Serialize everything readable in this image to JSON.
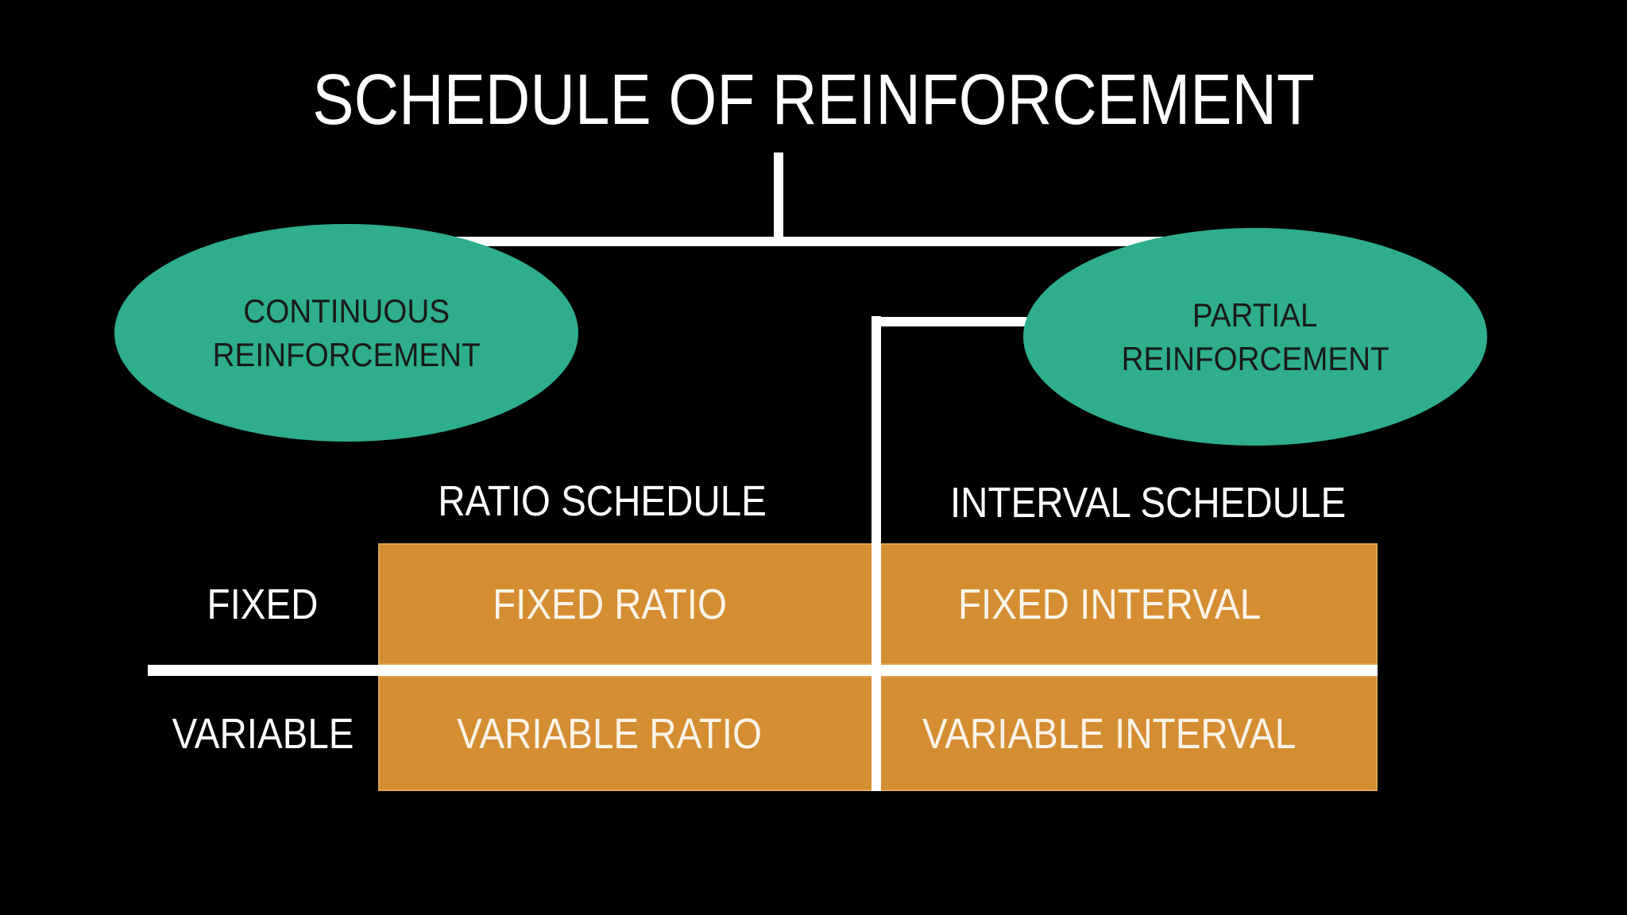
{
  "slide": {
    "title": "SCHEDULE OF REINFORCEMENT"
  },
  "nodes": {
    "continuous": {
      "lines": [
        "CONTINUOUS",
        "REINFORCEMENT"
      ]
    },
    "partial": {
      "lines": [
        "PARTIAL",
        "REINFORCEMENT"
      ]
    }
  },
  "matrix": {
    "column_headers": [
      "RATIO SCHEDULE",
      "INTERVAL SCHEDULE"
    ],
    "row_headers": [
      "FIXED",
      "VARIABLE"
    ],
    "cells": [
      [
        "FIXED RATIO",
        "FIXED INTERVAL"
      ],
      [
        "VARIABLE RATIO",
        "VARIABLE INTERVAL"
      ]
    ]
  },
  "colors": {
    "background": "#000000",
    "node_fill": "#2EAE8D",
    "node_text": "#1A1A1A",
    "cell_fill": "#D58D31",
    "cell_text": "#FAF4E8",
    "line": "#FFFFFF",
    "label_text": "#FFFFFF"
  }
}
